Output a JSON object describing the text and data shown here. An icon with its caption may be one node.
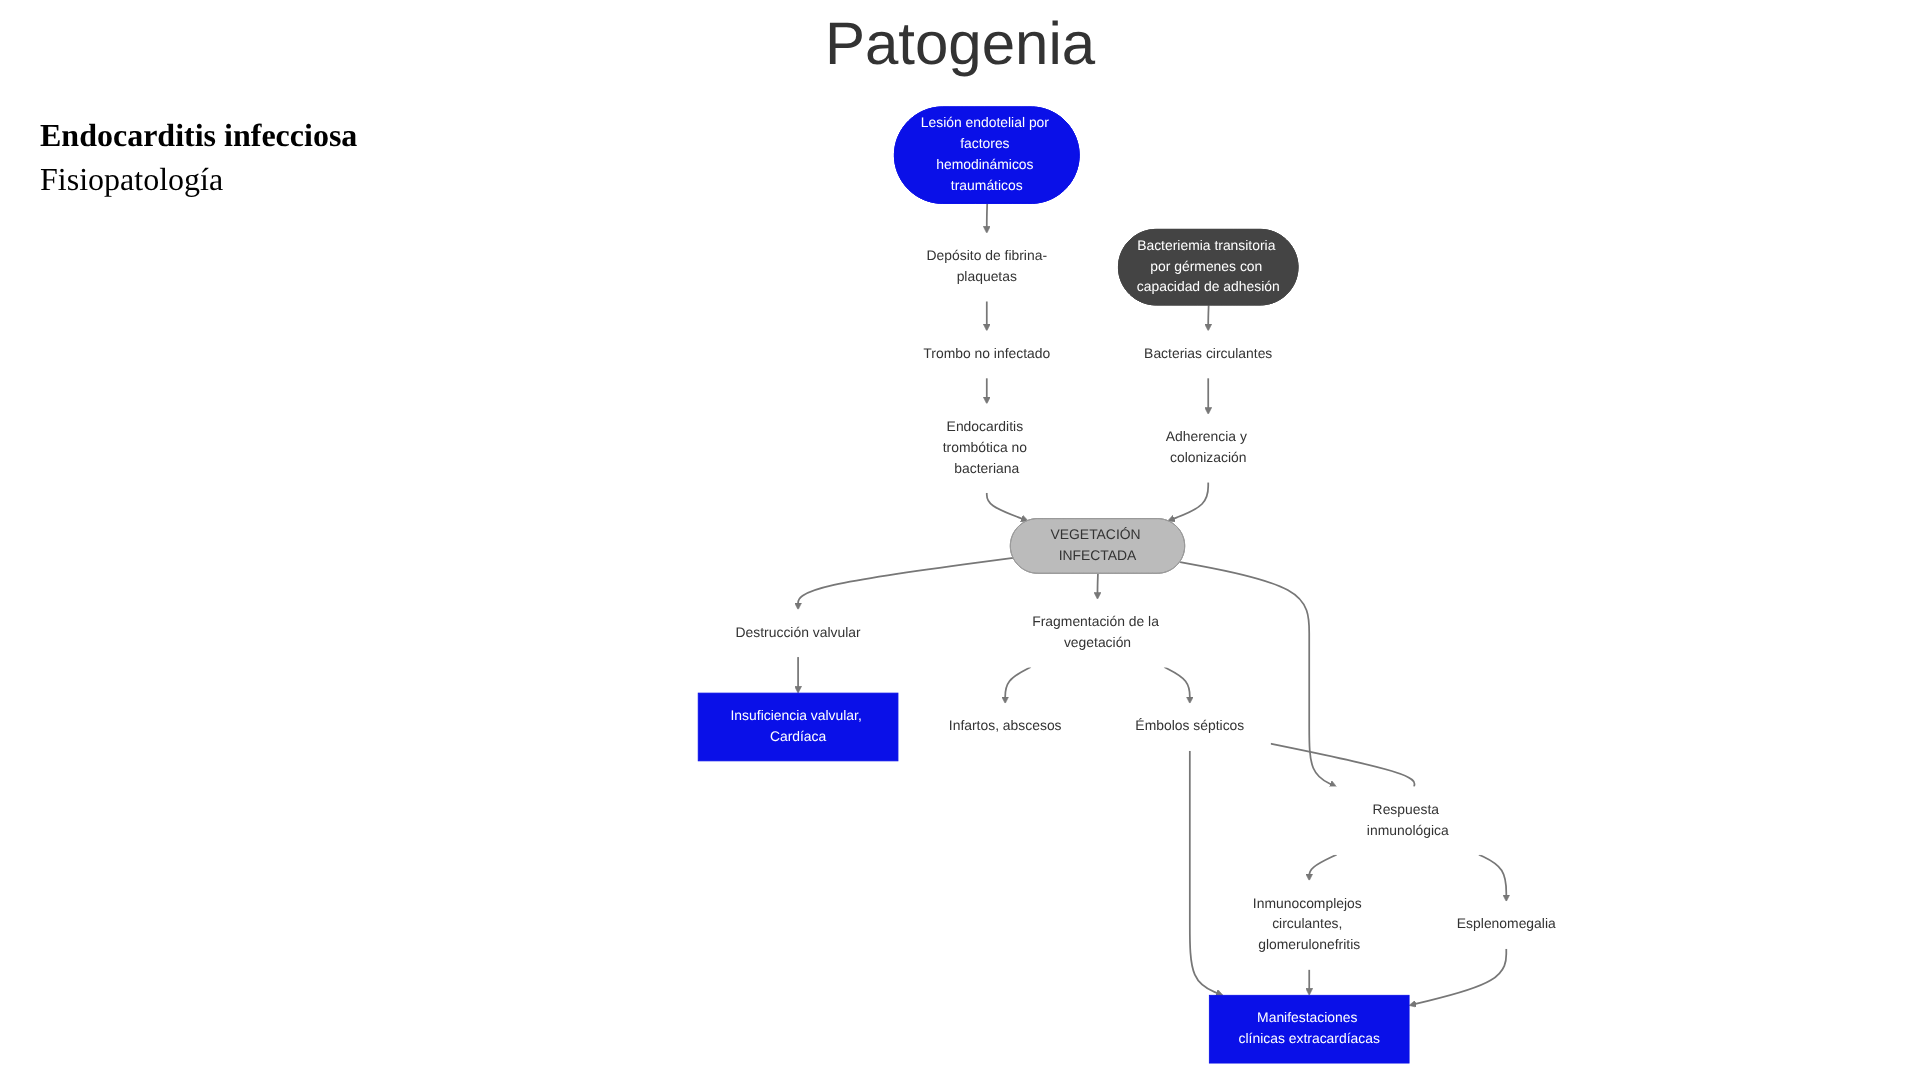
{
  "diagram": {
    "title": "Patogenia",
    "nodes": [
      {
        "text": [
          "Lesión endotelial por factores hemodinámicos traumáticos"
        ]
      },
      {
        "text": [
          "Depósito de fibrina-plaquetas"
        ]
      },
      {
        "text": [
          "Trombo no infectado"
        ]
      },
      {
        "text": [
          "Endocarditis trombótica no bacteriana"
        ]
      },
      {
        "text": [
          "Bacteriemia transitoria por gérmenes con capacidad de adhesión"
        ]
      },
      {
        "text": [
          "Bacterias circulantes"
        ]
      },
      {
        "text": [
          "Adherencia y colonización"
        ]
      },
      {
        "text": [
          "VEGETACIÓN INFECTADA"
        ]
      },
      {
        "text": [
          "Destrucción valvular"
        ]
      },
      {
        "text": [
          "Insuficiencia valvular, Cardíaca"
        ]
      },
      {
        "text": [
          "Fragmentación de la vegetación"
        ]
      },
      {
        "text": [
          "Infartos, abscesos"
        ]
      },
      {
        "text": [
          "Émbolos sépticos"
        ]
      },
      {
        "text": [
          "Respuesta inmunológica"
        ]
      },
      {
        "text": [
          "Inmunocomplejos circulantes, glomerulonefritis"
        ]
      },
      {
        "text": [
          "Esplenomegalia"
        ]
      },
      {
        "text": [
          "Manifestaciones clínicas extracardíacas"
        ]
      }
    ],
    "edges": [
      {
        "from": 0,
        "to": 1,
        "arrow": "to"
      },
      {
        "from": 1,
        "to": 2,
        "arrow": "to"
      },
      {
        "from": 2,
        "to": 3,
        "arrow": "to"
      },
      {
        "from": 4,
        "to": 5,
        "arrow": "to"
      },
      {
        "from": 5,
        "to": 6,
        "arrow": "to"
      },
      {
        "from": 3,
        "to": 7,
        "arrow": "to"
      },
      {
        "from": 6,
        "to": 7,
        "arrow": "to"
      },
      {
        "from": 7,
        "to": 8,
        "arrow": "to"
      },
      {
        "from": 8,
        "to": 9,
        "arrow": "to"
      },
      {
        "from": 7,
        "to": 10,
        "arrow": "to"
      },
      {
        "from": 10,
        "to": 12,
        "arrow": "to"
      },
      {
        "from": 10,
        "to": 11,
        "arrow": "to"
      },
      {
        "from": 7,
        "to": 13,
        "arrow": "to"
      },
      {
        "from": 12,
        "to": 13,
        "arrow": "none"
      },
      {
        "from": 13,
        "to": 14,
        "arrow": "to"
      },
      {
        "from": 13,
        "to": 15,
        "arrow": "to"
      },
      {
        "from": 12,
        "to": 16,
        "arrow": "to"
      },
      {
        "from": 14,
        "to": 16,
        "arrow": "to"
      },
      {
        "from": 15,
        "to": 16,
        "arrow": "to"
      }
    ],
    "labels": [
      "Endocarditis infecciosa",
      "Fisiopatología"
    ]
  }
}
